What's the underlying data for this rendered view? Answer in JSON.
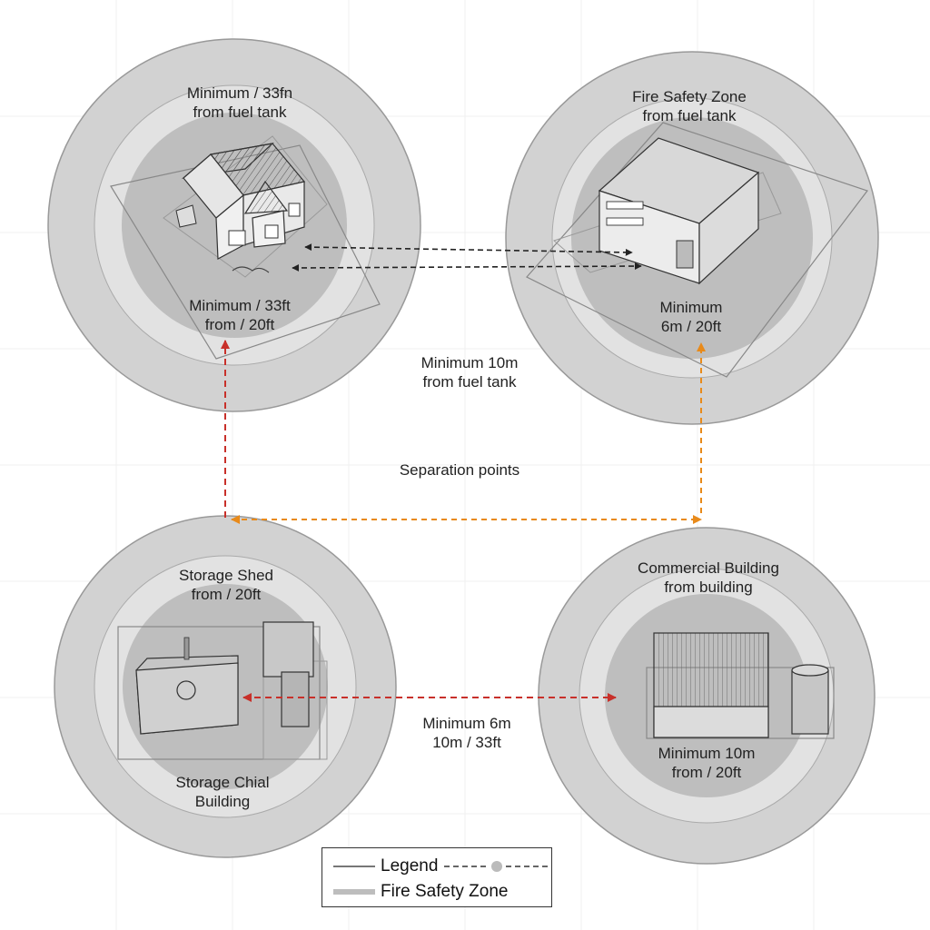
{
  "zones": [
    {
      "id": "top-left",
      "label_top": [
        "Minimum / 33fn",
        "from fuel tank"
      ],
      "label_bottom": [
        "Minimum / 33ft",
        "from / 20ft"
      ]
    },
    {
      "id": "top-right",
      "label_top": [
        "Fire Safety Zone",
        "from fuel tank"
      ],
      "label_bottom": [
        "Minimum",
        "6m / 20ft"
      ]
    },
    {
      "id": "bottom-left",
      "label_top": [
        "Storage Shed",
        "from / 20ft"
      ],
      "label_bottom": [
        "Storage Chial",
        "Building"
      ]
    },
    {
      "id": "bottom-right",
      "label_top": [
        "Commercial Building",
        "from building"
      ],
      "label_bottom": [
        "Minimum 10m",
        "from / 20ft"
      ]
    }
  ],
  "center_labels": {
    "upper": [
      "Minimum 10m",
      "from fuel tank"
    ],
    "middle": "Separation points",
    "lower": [
      "Minimum 6m",
      "10m / 33ft"
    ]
  },
  "legend": {
    "row1": "Legend",
    "row2": "Fire Safety Zone"
  },
  "colors": {
    "red_arrow": "#c8302a",
    "orange_arrow": "#e88a1a",
    "black_arrow": "#222222",
    "zone_outer": "#d4d4d4",
    "zone_mid": "#e0e0e0",
    "zone_inner": "#bdbdbd"
  }
}
